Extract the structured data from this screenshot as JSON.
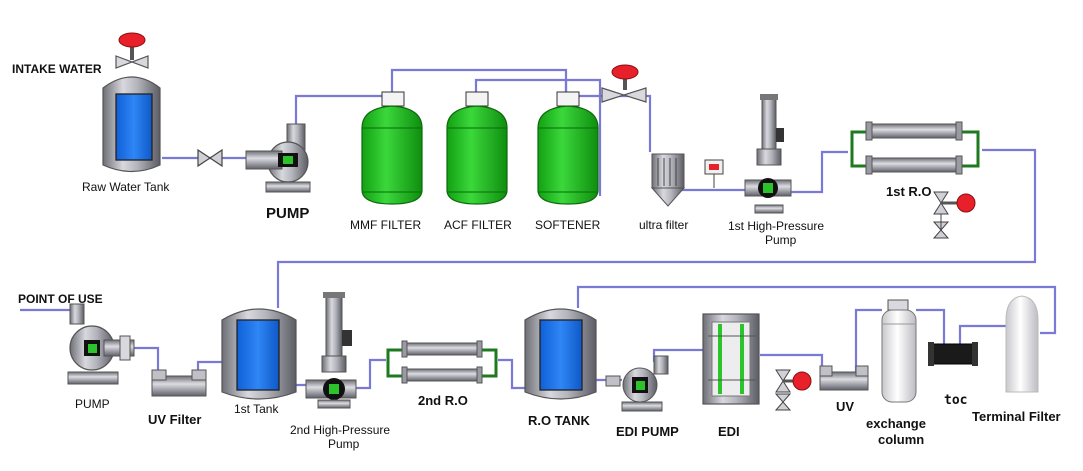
{
  "colors": {
    "pipe": "#7a7ad6",
    "tank_window": "#1e6fe8",
    "filter_green": "#2bc42b",
    "valve_red": "#e8202a",
    "steel": "#a0a0a8"
  },
  "labels": {
    "intake_water": "INTAKE WATER",
    "raw_water_tank": "Raw Water Tank",
    "pump_1": "PUMP",
    "mmf_filter": "MMF FILTER",
    "acf_filter": "ACF FILTER",
    "softener": "SOFTENER",
    "ultra_filter": "ultra filter",
    "hp_pump_1_line1": "1st High-Pressure",
    "hp_pump_1_line2": "Pump",
    "ro_1": "1st R.O",
    "point_of_use": "POINT OF USE",
    "pump_2": "PUMP",
    "uv_filter": "UV Filter",
    "tank_1": "1st Tank",
    "hp_pump_2_line1": "2nd High-Pressure",
    "hp_pump_2_line2": "Pump",
    "ro_2": "2nd R.O",
    "ro_tank": "R.O TANK",
    "edi_pump": "EDI PUMP",
    "edi": "EDI",
    "uv": "UV",
    "exchange_column_line1": "exchange",
    "exchange_column_line2": "column",
    "toc": "toc",
    "terminal_filter": "Terminal Filter"
  }
}
